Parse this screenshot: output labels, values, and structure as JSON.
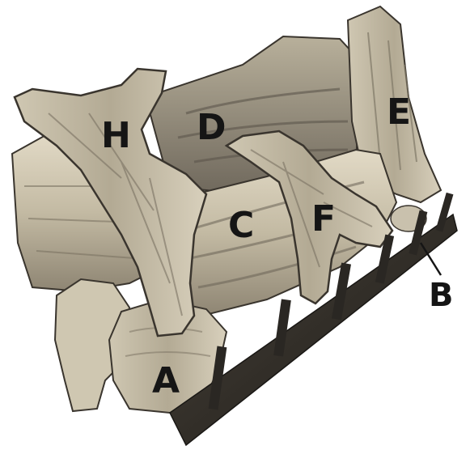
{
  "labels": {
    "h": "H",
    "d": "D",
    "e": "E",
    "c": "C",
    "f": "F",
    "b": "B",
    "a": "A"
  },
  "colors": {
    "log_light": "#d9d1bd",
    "log_mid": "#bdb49e",
    "log_dark": "#8c8371",
    "char": "#5c554b",
    "grate": "#2a2723",
    "outline": "#3a352e"
  }
}
